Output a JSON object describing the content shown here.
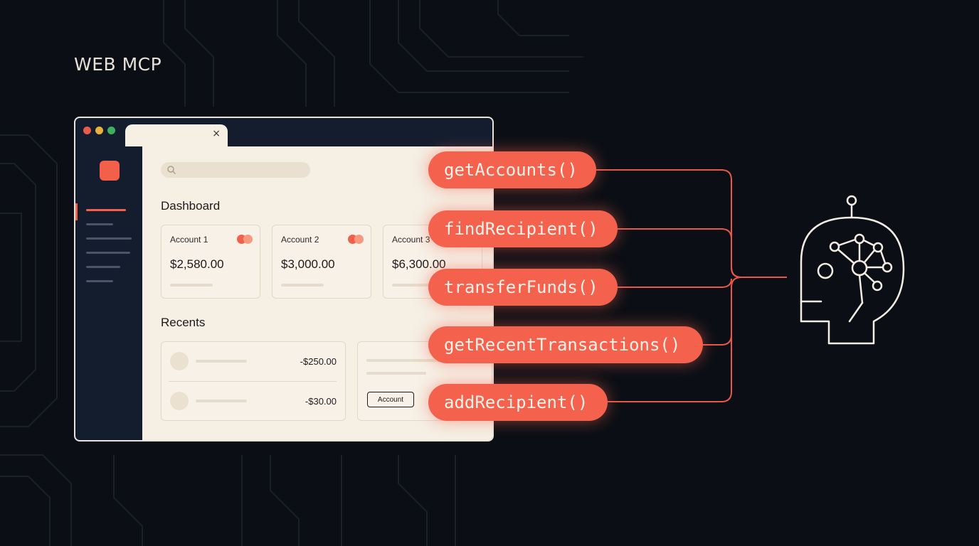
{
  "brand": {
    "title": "WEB MCP"
  },
  "browser": {
    "tab_close": "×"
  },
  "dashboard": {
    "heading": "Dashboard",
    "cards": [
      {
        "title": "Account 1",
        "amount": "$2,580.00"
      },
      {
        "title": "Account 2",
        "amount": "$3,000.00"
      },
      {
        "title": "Account 3",
        "amount": "$6,300.00"
      }
    ]
  },
  "recents": {
    "heading": "Recents",
    "rows": [
      {
        "amount": "-$250.00"
      },
      {
        "amount": "-$30.00"
      }
    ],
    "account_button": "Account"
  },
  "functions": [
    "getAccounts()",
    "findRecipient()",
    "transferFunds()",
    "getRecentTransactions()",
    "addRecipient()"
  ],
  "colors": {
    "accent": "#f4614d",
    "background": "#0b0f15",
    "sidebar": "#141d2e",
    "surface": "#f5efe4",
    "head_stroke": "#f3ede3"
  },
  "icons": [
    "search-icon",
    "close-icon",
    "card-brand-icon",
    "ai-head-icon",
    "app-logo-icon"
  ]
}
